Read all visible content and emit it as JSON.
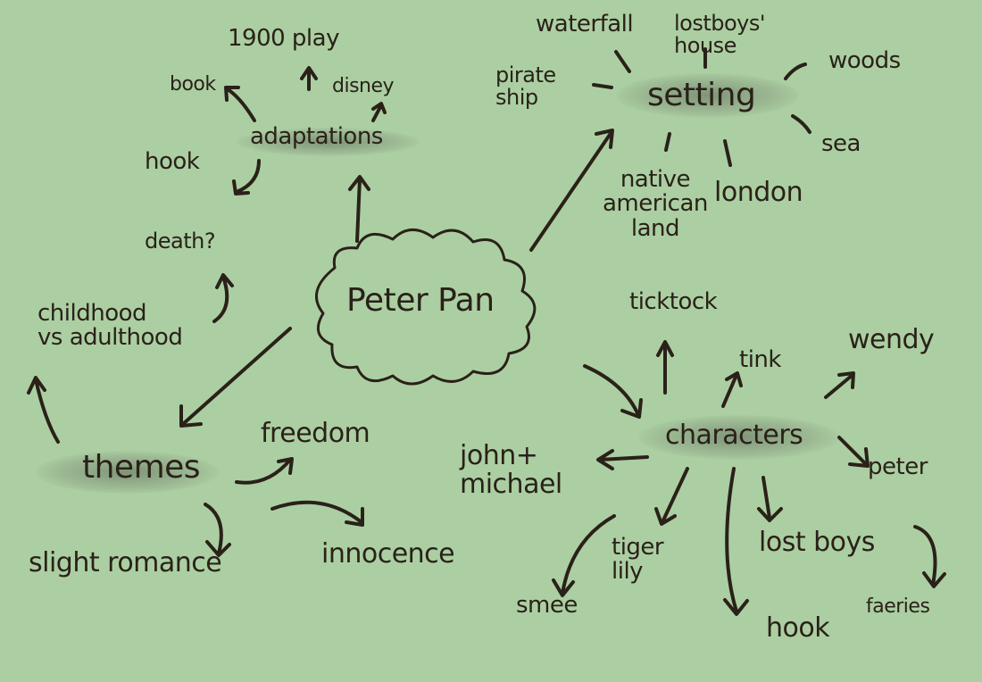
{
  "center": "Peter Pan",
  "colors": {
    "background": "#abcfa2",
    "ink": "#2a2119"
  },
  "branches": {
    "adaptations": {
      "label": "adaptations",
      "items": [
        "1900 play",
        "book",
        "disney",
        "hook"
      ]
    },
    "setting": {
      "label": "setting",
      "items": [
        "waterfall",
        "lostboys'\nhouse",
        "woods",
        "pirate\nship",
        "sea",
        "native\namerican\nland",
        "london"
      ]
    },
    "themes": {
      "label": "themes",
      "items": [
        "death?",
        "childhood\nvs adulthood",
        "freedom",
        "slight romance",
        "innocence"
      ]
    },
    "characters": {
      "label": "characters",
      "items": [
        "ticktock",
        "tink",
        "wendy",
        "peter",
        "john+\nmichael",
        "smee",
        "tiger\nlily",
        "hook",
        "lost boys",
        "faeries"
      ]
    }
  }
}
